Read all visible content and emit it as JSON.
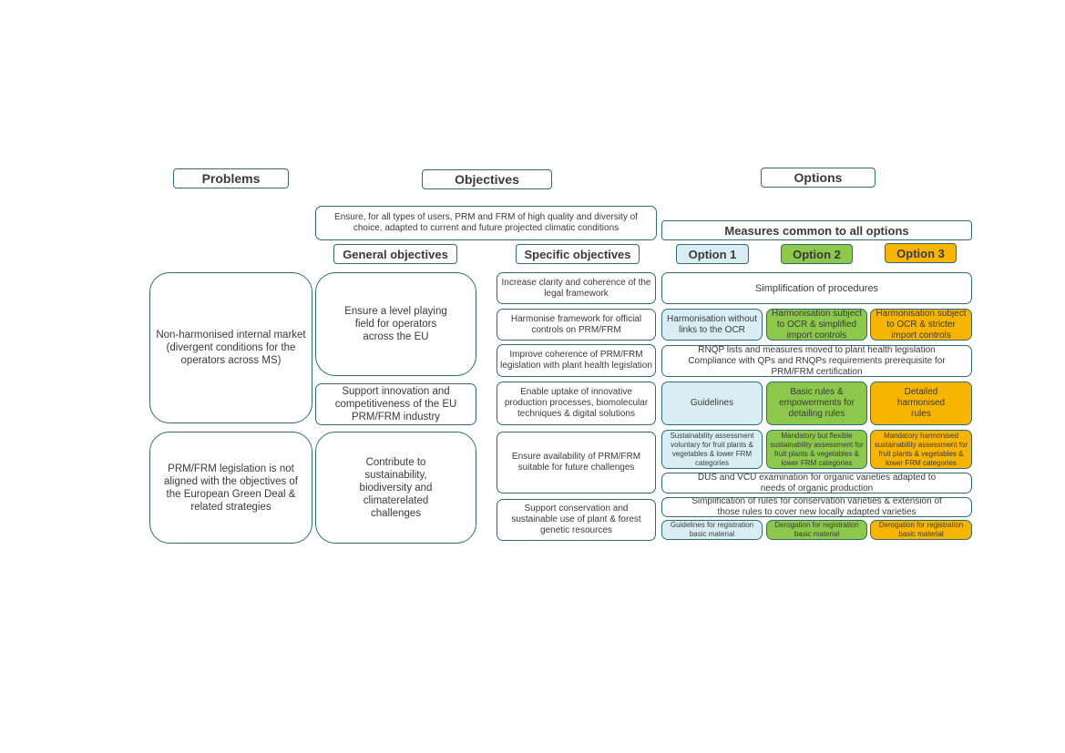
{
  "headers": {
    "problems": "Problems",
    "objectives": "Objectives",
    "options": "Options"
  },
  "overall_objective": "Ensure, for all types of users, PRM and FRM of high quality and diversity of choice, adapted to current and future projected climatic conditions",
  "measures_common": "Measures common to all options",
  "column_labels": {
    "general": "General objectives",
    "specific": "Specific objectives",
    "option1": "Option 1",
    "option2": "Option 2",
    "option3": "Option 3"
  },
  "problems": [
    "Non-harmonised internal market (divergent conditions for the operators across MS)",
    "PRM/FRM legislation is not aligned with the objectives of the European Green Deal & related strategies"
  ],
  "general_objectives": [
    "Ensure a level playing field for operators across the EU",
    "Support innovation and competitiveness of the EU PRM/FRM industry",
    "Contribute to sustainability, biodiversity and climaterelated challenges"
  ],
  "specific_objectives": [
    "Increase clarity and coherence of the legal framework",
    "Harmonise framework for official controls on PRM/FRM",
    "Improve coherence of PRM/FRM legislation with plant health legislation",
    "Enable uptake of innovative production processes, biomolecular techniques & digital solutions",
    "Ensure availability of PRM/FRM suitable for future challenges",
    "Support conservation and sustainable use of plant & forest genetic resources"
  ],
  "measures": {
    "simplification": "Simplification of procedures",
    "controls": {
      "option1": "Harmonisation without links to the OCR",
      "option2": "Harmonisation subject to OCR & simplified import controls",
      "option3": "Harmonisation subject to OCR & stricter import controls"
    },
    "rnqp": "RNQP lists and measures moved to plant health legislation Compliance with QPs and RNQPs requirements prerequisite for PRM/FRM certification",
    "innovation": {
      "option1": "Guidelines",
      "option2": "Basic rules & empowerments for detailing rules",
      "option3": "Detailed harmonised rules"
    },
    "sustainability": {
      "option1": "Sustainability assessment voluntary for fruit plants & vegetables & lower FRM categories",
      "option2": "Mandatory but flexible sustainability assessment for fruit plants & vegetables & lower FRM categories",
      "option3": "Mandatory harmonised sustainability assessment for fruit plants & vegetables & lower FRM categories"
    },
    "dus_vcu": "DUS and VCU examination for organic varieties adapted to needs of organic production",
    "conservation": "Simplification of rules for conservation varieties & extension of those rules to cover new locally adapted varieties",
    "registration": {
      "option1": "Guidelines for registration basic material",
      "option2": "Derogation for registration basic material",
      "option3": "Derogation for registration basic material"
    }
  },
  "colors": {
    "border": "#2e6e72",
    "option1": "#d9eef4",
    "option2": "#8cc84b",
    "option3": "#f7b500"
  }
}
